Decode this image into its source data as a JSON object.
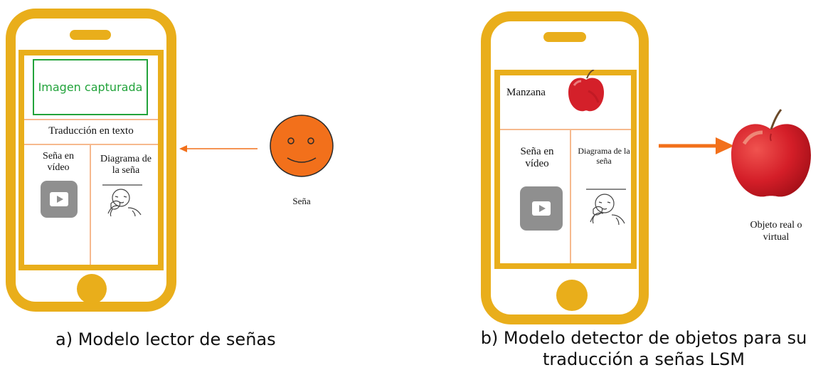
{
  "colors": {
    "phone_frame": "#E9AE1B",
    "divider": "#F6B98E",
    "captured_image_green": "#22A33B",
    "face": "#F2701B",
    "arrow": "#F2701B"
  },
  "left_phone": {
    "captured_image_label": "Imagen capturada",
    "text_translation_label": "Traducción en texto",
    "video_label": "Seña en vídeo",
    "diagram_label": "Diagrama de la seña"
  },
  "sign_input": {
    "label": "Seña",
    "icon": "smiley-face-icon"
  },
  "right_phone": {
    "detected_object_label": "Manzana",
    "video_label": "Seña en vídeo",
    "diagram_label": "Diagrama de la seña"
  },
  "real_object": {
    "label": "Objeto real o virtual",
    "icon": "apple-icon"
  },
  "captions": {
    "a": "a) Modelo lector de señas",
    "b": "b) Modelo detector de objetos para su traducción a señas LSM"
  }
}
